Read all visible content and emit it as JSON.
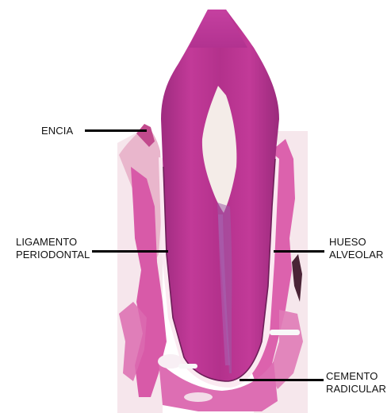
{
  "labels": {
    "encia": "ENCIA",
    "ligamento_line1": "LIGAMENTO",
    "ligamento_line2": "PERIODONTAL",
    "hueso_line1": "HUESO",
    "hueso_line2": "ALVEOLAR",
    "cemento_line1": "CEMENTO",
    "cemento_line2": "RADICULAR"
  },
  "colors": {
    "dentin": "#b42f8d",
    "pulp": "#f4ece8",
    "bone_tissue": "#d85aa8",
    "background_tissue": "#f7e8ee",
    "leader_line": "#000000"
  }
}
